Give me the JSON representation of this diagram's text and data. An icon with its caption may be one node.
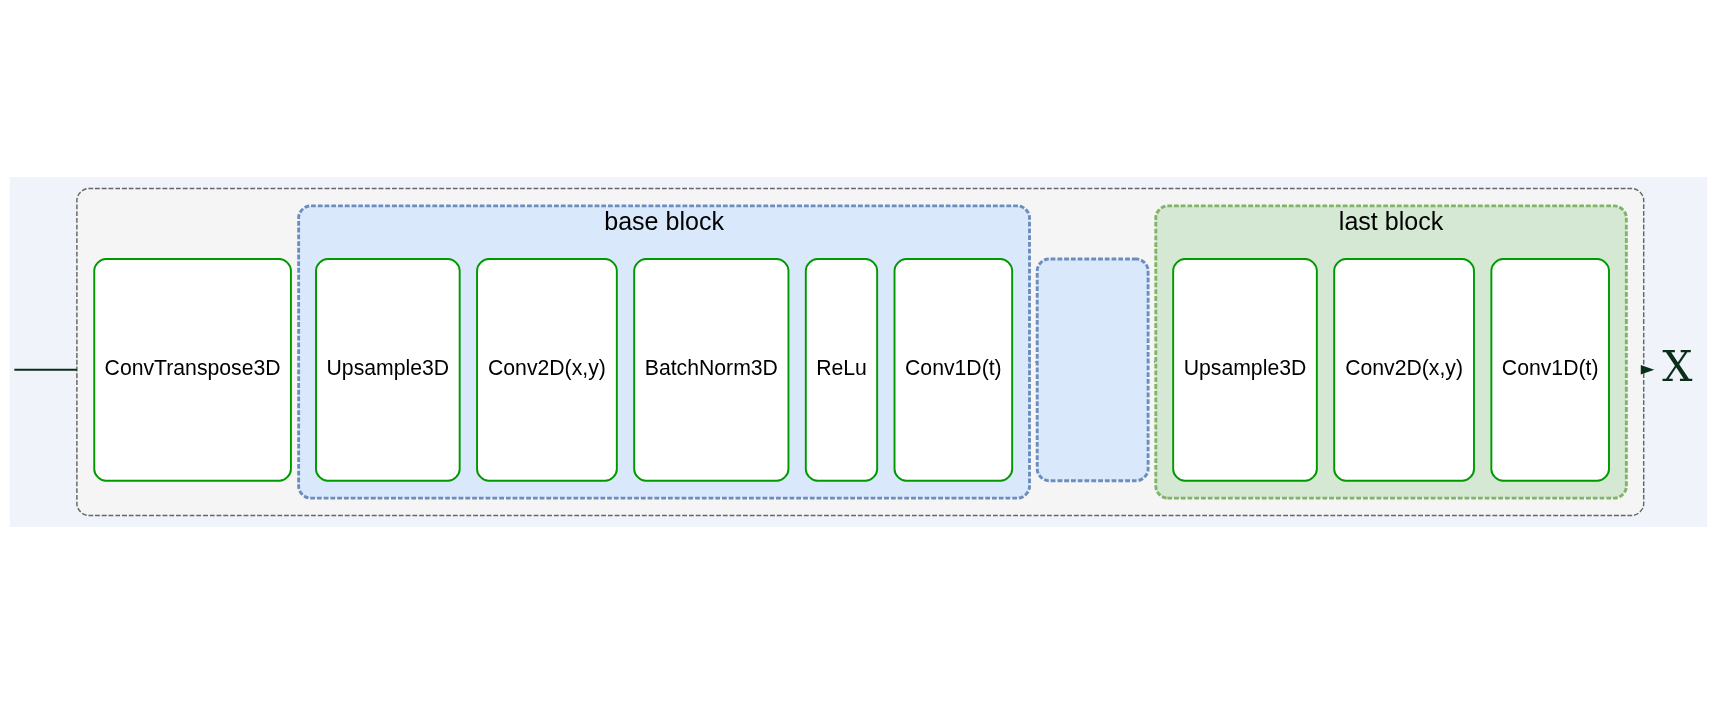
{
  "diagram": {
    "nodes": [
      {
        "text": [],
        "shape": "box"
      },
      {
        "text": [
          "ConvTranspose3D"
        ],
        "in": 0
      },
      {
        "text": [
          "base block"
        ],
        "in": 0
      },
      {
        "text": [
          "Upsample3D"
        ],
        "in": 2
      },
      {
        "text": [
          "Conv2D(x,y)"
        ],
        "in": 2
      },
      {
        "text": [
          "BatchNorm3D"
        ],
        "in": 2
      },
      {
        "text": [
          "ReLu"
        ],
        "in": 2
      },
      {
        "text": [
          "Conv1D(t)"
        ],
        "in": 2
      },
      {
        "text": [],
        "shape": "box",
        "in": 0
      },
      {
        "text": [
          "last block"
        ],
        "in": 0
      },
      {
        "text": [
          "Upsample3D"
        ],
        "in": 9
      },
      {
        "text": [
          "Conv2D(x,y)"
        ],
        "in": 9
      },
      {
        "text": [
          "Conv1D(t)"
        ],
        "in": 9
      },
      {
        "text": [
          "X"
        ]
      }
    ],
    "edges": [
      {
        "from": null,
        "to": 0,
        "arrow": "none",
        "color": "#0b2e1a"
      },
      {
        "from": 2,
        "to": 8,
        "arrow": "none",
        "style": "dashed",
        "color": "#6c8ebf"
      },
      {
        "from": 8,
        "to": 9,
        "arrow": "none",
        "style": "dashed",
        "color": "#6c8ebf"
      },
      {
        "from": 0,
        "to": 13,
        "arrow": "to",
        "color": "#0b2e1a"
      }
    ]
  }
}
